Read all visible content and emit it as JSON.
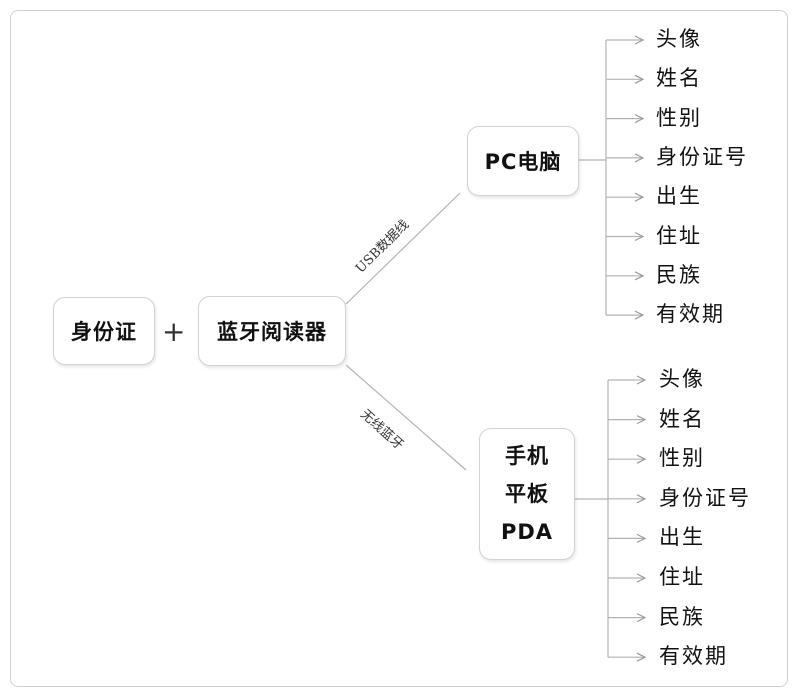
{
  "root": {
    "id_card": "身份证",
    "plus": "+",
    "reader": "蓝牙阅读器"
  },
  "edges": {
    "usb": "USB数据线",
    "bluetooth": "无线蓝牙"
  },
  "targets": {
    "pc": "PC电脑",
    "mobile_lines": [
      "手机",
      "平板",
      "PDA"
    ]
  },
  "fields_pc": [
    "头像",
    "姓名",
    "性别",
    "身份证号",
    "出生",
    "住址",
    "民族",
    "有效期"
  ],
  "fields_mobile": [
    "头像",
    "姓名",
    "性别",
    "身份证号",
    "出生",
    "住址",
    "民族",
    "有效期"
  ],
  "colors": {
    "line": "#b3b3b3",
    "box_border": "#d2d2d2"
  }
}
